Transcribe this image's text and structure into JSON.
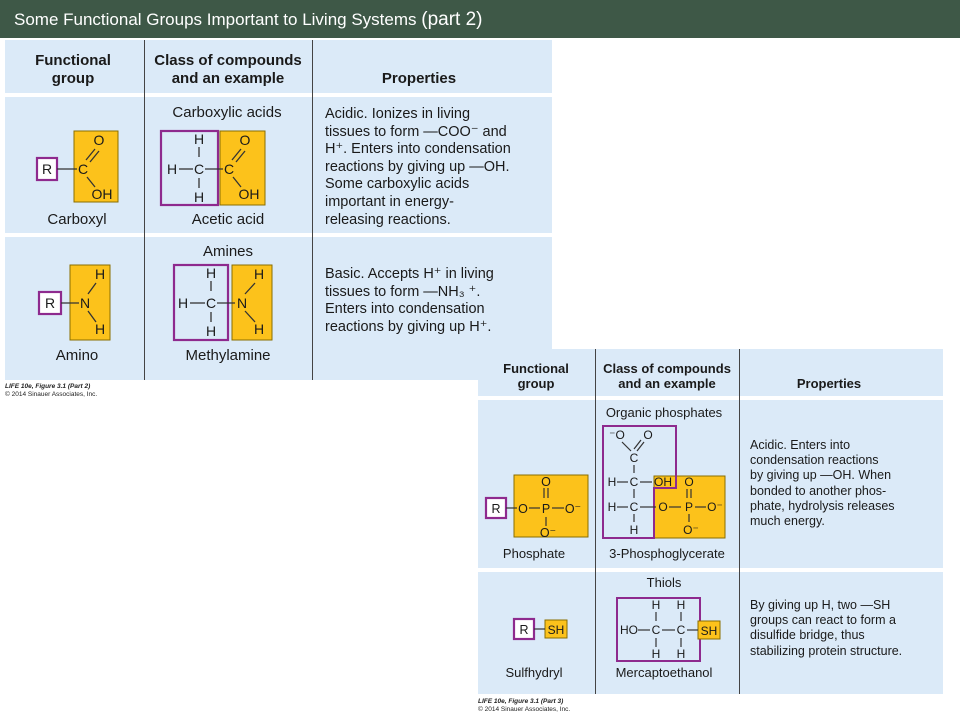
{
  "slide": {
    "title": "Some Functional Groups Important to Living Systems",
    "title_part": "(part 2)"
  },
  "colors": {
    "title_bar": "#3e5847",
    "panel": "#dbeaf8",
    "highlight": "#fcc21b",
    "r_box": "#8e2a8e"
  },
  "figure_left": {
    "headers": {
      "col1_line1": "Functional",
      "col1_line2": "group",
      "col2_line1": "Class of compounds",
      "col2_line2": "and an example",
      "col3": "Properties"
    },
    "rows": [
      {
        "group_name": "Carboxyl",
        "class_name": "Carboxylic acids",
        "example_name": "Acetic acid",
        "properties": [
          "Acidic. Ionizes in living",
          "tissues to form —COO⁻ and",
          "H⁺. Enters into condensation",
          "reactions by giving up —OH.",
          "Some carboxylic acids",
          "important in energy-",
          "releasing reactions."
        ]
      },
      {
        "group_name": "Amino",
        "class_name": "Amines",
        "example_name": "Methylamine",
        "properties": [
          "Basic. Accepts H⁺ in living",
          "tissues to form —NH₃ ⁺.",
          "Enters into condensation",
          "reactions by giving up H⁺."
        ]
      }
    ],
    "credit_line1": "LIFE 10e, Figure 3.1 (Part 2)",
    "credit_line2": "© 2014 Sinauer Associates, Inc."
  },
  "figure_right": {
    "headers": {
      "col1_line1": "Functional",
      "col1_line2": "group",
      "col2_line1": "Class of compounds",
      "col2_line2": "and an example",
      "col3": "Properties"
    },
    "rows": [
      {
        "group_name": "Phosphate",
        "class_name": "Organic phosphates",
        "example_name": "3-Phosphoglycerate",
        "properties": [
          "Acidic. Enters into",
          "condensation reactions",
          "by giving up —OH. When",
          "bonded to another phos-",
          "phate, hydrolysis releases",
          "much energy."
        ]
      },
      {
        "group_name": "Sulfhydryl",
        "class_name": "Thiols",
        "example_name": "Mercaptoethanol",
        "properties": [
          "By giving up H, two —SH",
          "groups can react to form a",
          "disulfide bridge, thus",
          "stabilizing protein structure."
        ]
      }
    ],
    "credit_line1": "LIFE 10e, Figure 3.1 (Part 3)",
    "credit_line2": "© 2014 Sinauer Associates, Inc."
  },
  "atoms": {
    "R": "R",
    "C": "C",
    "O": "O",
    "OH": "OH",
    "H": "H",
    "N": "N",
    "P": "P",
    "SH": "SH",
    "HO": "HO",
    "O_minus": "O⁻",
    "minus_O": "⁻O"
  }
}
